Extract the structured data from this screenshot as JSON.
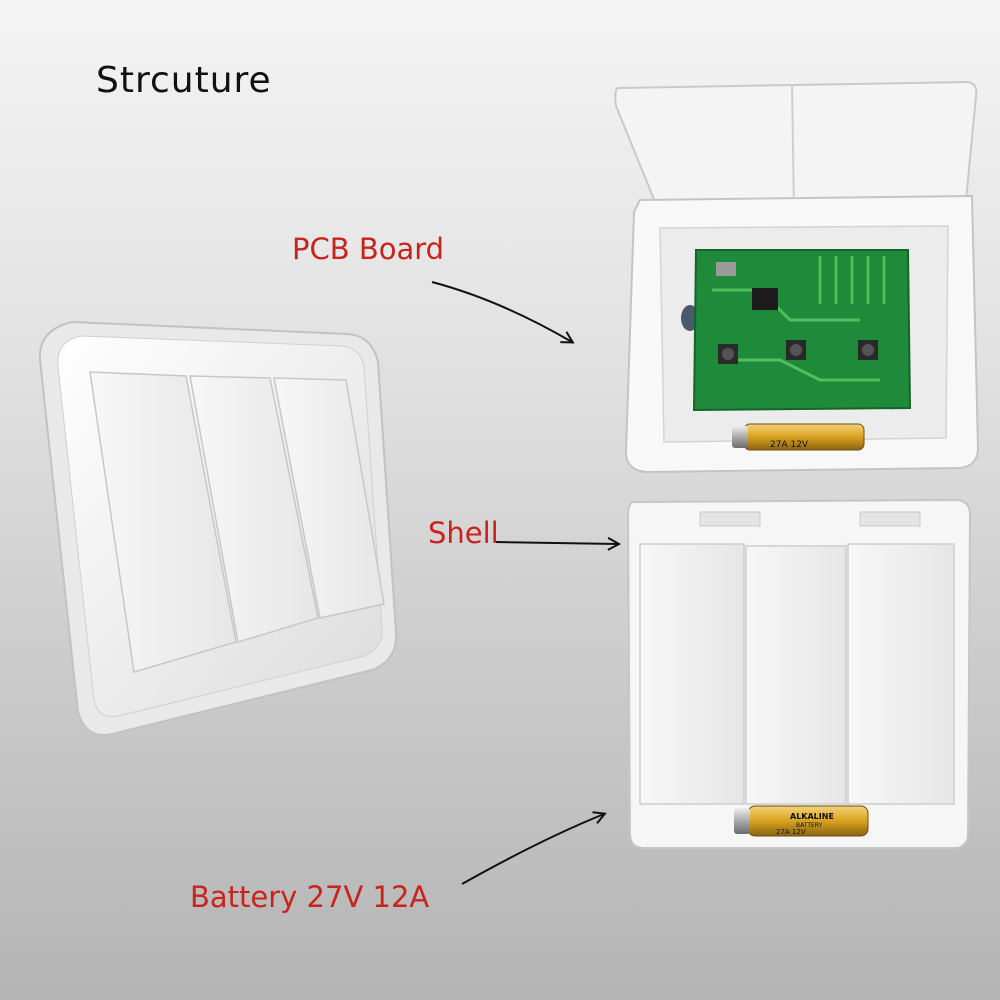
{
  "title": "Strcuture",
  "labels": {
    "pcb": "PCB Board",
    "shell": "Shell",
    "battery": "Battery 27V 12A"
  },
  "battery_print": {
    "brand": "ALKALINE",
    "type": "BATTERY",
    "rating": "27A 12V"
  },
  "colors": {
    "label": "#c8241c",
    "pcb": "#1f8a3a",
    "battery": "#d8a21e"
  }
}
